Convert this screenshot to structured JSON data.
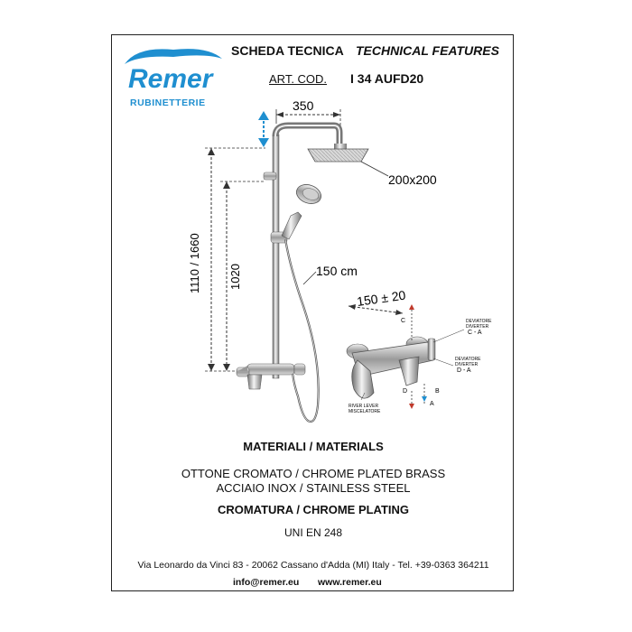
{
  "brand": {
    "name": "Remer",
    "tagline": "RUBINETTERIE",
    "color": "#1f8fd0"
  },
  "header": {
    "title_it": "SCHEDA TECNICA",
    "title_en": "TECHNICAL FEATURES",
    "art_label": "ART. COD.",
    "art_code": "I 34 AUFD20"
  },
  "dimensions": {
    "arm_length": "350",
    "head_size": "200x200",
    "total_height": "1110 / 1660",
    "mixer_height": "1020",
    "hose_length": "150 cm",
    "mixer_spacing": "150 ± 20"
  },
  "mixer_labels": {
    "c": "C",
    "b": "B",
    "d": "D",
    "a": "A",
    "diverter1_line1": "DEVIATORE",
    "diverter1_line2": "DIVERTER",
    "diverter1_code": "C - A",
    "diverter2_line1": "DEVIATORE",
    "diverter2_line2": "DIVERTER",
    "diverter2_code": "D - A",
    "lever_line1": "RIVER LEVER",
    "lever_line2": "MISCELATORE"
  },
  "materials": {
    "title": "MATERIALI / MATERIALS",
    "item1": "OTTONE CROMATO / CHROME PLATED BRASS",
    "item2": "ACCIAIO INOX / STAINLESS STEEL",
    "plating_title": "CROMATURA / CHROME PLATING",
    "standard": "UNI EN 248"
  },
  "footer": {
    "address": "Via Leonardo da Vinci 83 - 20062 Cassano d'Adda (MI) Italy - Tel. +39-0363 364211",
    "email": "info@remer.eu",
    "website": "www.remer.eu"
  }
}
